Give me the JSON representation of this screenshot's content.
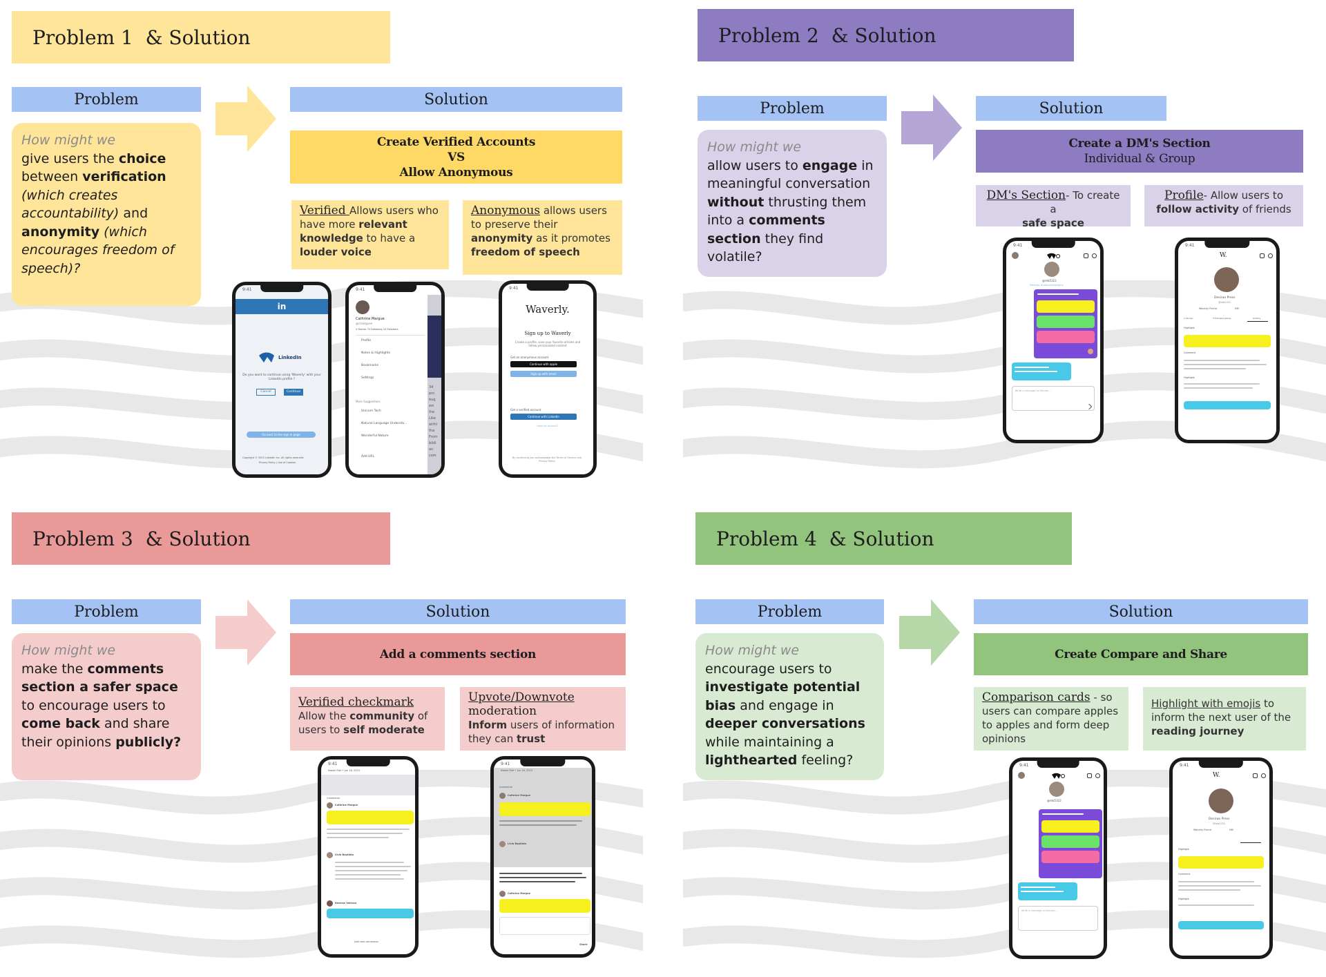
{
  "colors": {
    "yellow_title": "#ffe599",
    "yellow_solution": "#ffd966",
    "purple_title": "#8e7cc3",
    "purple_light": "#d9d2e9",
    "purple_mid": "#b4a7d6",
    "red_title": "#ea9999",
    "red_light": "#f4cccc",
    "green_title": "#93c47d",
    "green_light": "#d9ead3",
    "header_blue": "#a4c2f4"
  },
  "q1": {
    "title": "Problem 1  & Solution",
    "problem_header": "Problem",
    "solution_header": "Solution",
    "hmw": "How might we",
    "problem": {
      "p1": "give users the ",
      "b1": "choice",
      "p2": " between ",
      "b2": "verification",
      "i1": " (which creates accountability)",
      "p3": " and ",
      "b3": "anonymity",
      "i2": " (which encourages freedom of speech)?"
    },
    "solution": {
      "l1": "Create Verified Accounts",
      "l2": "VS",
      "l3": "Allow Anonymous"
    },
    "card1": {
      "title": "Verified ",
      "p1": "Allows users who have more ",
      "b1": "relevant knowledge",
      "p2": " to have a ",
      "b2": "louder voice"
    },
    "card2": {
      "title": "Anonymous",
      "p1": " allows users to preserve their ",
      "b1": "anonymity",
      "p2": " as it promotes ",
      "b2": "freedom of speech"
    },
    "phone1": {
      "time": "9:41",
      "brand": "in",
      "logo": "LinkedIn",
      "prompt": "Do you want to continue using 'Waverly' with your LinkedIn profile ?",
      "cancel": "Cancel",
      "continue": "Continue",
      "back": "Go back to the sign in page",
      "footer": "Copyright © 2023 LinkedIn Inc. All rights reserved.",
      "footer2": "Privacy Policy  |  Use of Cookies"
    },
    "phone2": {
      "time": "9:41",
      "name": "Cathrine Margue",
      "handle": "@cmarguee",
      "stats": "4 Stories  74 Following  20 Followers",
      "menu": [
        "Profile",
        "Notes & Highlights",
        "Bookmarks",
        "Settings"
      ],
      "more": "More Suggestions",
      "sugg": [
        "Unicorn Tech",
        "Natural Language Understa...",
        "Wonderful Nature"
      ],
      "add": "Add URL",
      "side": [
        "34",
        "pro",
        "bug",
        "exi",
        "the",
        "Like",
        "withi",
        "tha",
        "From",
        "bibli",
        "an",
        "com"
      ]
    },
    "phone3": {
      "time": "9:41",
      "brand": "Waverly.",
      "signup": "Sign up to Waverly",
      "sub": "Create a profile, save your favorite articles and follow personalized content",
      "anon": "Get an anonymous account",
      "apple": "Continue with apple",
      "email": "Sign up with email",
      "verified": "Get a verified account",
      "linkedin": "Continue with LinkedIn",
      "login": "Have an account?",
      "terms": "By continuing you acknowledge the Terms of Service and Privacy Policy"
    }
  },
  "q2": {
    "title": "Problem 2  & Solution",
    "problem_header": "Problem",
    "solution_header": "Solution",
    "hmw": "How might we",
    "problem": {
      "p1": "allow users to ",
      "b1": "engage",
      "p2": " in meaningful conversation ",
      "b2": "without",
      "p3": " thrusting them into a ",
      "b3": "comments section",
      "p4": " they find volatile?"
    },
    "solution": {
      "l1": "Create a DM's Section",
      "l2": "Individual & Group"
    },
    "card1": {
      "title": "DM's Section",
      "p1": "- To create a ",
      "b1": "safe space"
    },
    "card2": {
      "title": "Profile",
      "p1": "- Allow users to ",
      "b1": "follow activity",
      "p2": " of friends"
    },
    "phoneA": {
      "time": "9:41",
      "handle": "@reb5322",
      "tabs": "Settings   #natureandgraphy",
      "input": "Write a message to Desirae..."
    },
    "phoneB": {
      "time": "9:41",
      "brand": "W.",
      "name": "Desirae Press",
      "handle": "@reb5322",
      "btn1": "Waverly Friend",
      "btn2": "DM",
      "tabs": [
        "1 Stories",
        "3 Followed waves",
        "Activity"
      ],
      "h1": "Highlight",
      "c1": "Comment",
      "h2": "Highlight"
    }
  },
  "q3": {
    "title": "Problem 3  & Solution",
    "problem_header": "Problem",
    "solution_header": "Solution",
    "hmw": "How might we",
    "problem": {
      "p1": "make the ",
      "b1": "comments section a safer space",
      "p2": " to encourage users to ",
      "b2": "come back",
      "p3": " and share their opinions ",
      "b3": "publicly?"
    },
    "solution": {
      "l1": "Add a comments section"
    },
    "card1": {
      "title": "Verified checkmark",
      "p1": "Allow the ",
      "b1": "community",
      "p2": " of users to ",
      "b2": "self moderate"
    },
    "card2": {
      "title": "Upvote/Downvote",
      "t2": "moderation",
      "b1": "Inform",
      "p1": " users of information they can ",
      "b2": "trust"
    },
    "phoneA": {
      "time": "9:41",
      "header": "Naomi Fide  •  Jun 16, 2023",
      "label": "Comments",
      "names": [
        "Cathrine Margue",
        "Livia Baptista",
        "Desirae Vetrovs"
      ],
      "add": "Add new comments"
    },
    "phoneB": {
      "time": "9:41",
      "header": "Naomi Fide  •  Jun 16, 2023",
      "label": "Comments",
      "names": [
        "Cathrine Margue",
        "Livia Baptista",
        "Cathrine Margue"
      ],
      "share": "Share"
    }
  },
  "q4": {
    "title": "Problem 4  & Solution",
    "problem_header": "Problem",
    "solution_header": "Solution",
    "hmw": "How might we",
    "problem": {
      "p1": "encourage users to ",
      "b1": "investigate potential bias",
      "p2": " and engage in ",
      "b2": "deeper conversations",
      "p3": " while maintaining a ",
      "b3": "lighthearted",
      "p4": " feeling?"
    },
    "solution": {
      "l1": "Create Compare and Share"
    },
    "card1": {
      "title": "Comparison cards",
      "p1": " - so users can compare apples to apples and form deep opinions"
    },
    "card2": {
      "title": "Highlight with emojis",
      "p1": " to inform the next user of the ",
      "b1": "reading journey"
    },
    "phoneA": {
      "time": "9:41",
      "handle": "@reb5322",
      "input": "Write a message to Desirae..."
    },
    "phoneB": {
      "time": "9:41",
      "brand": "W.",
      "name": "Desirae Press",
      "handle": "@reb5322",
      "btn1": "Waverly Friend",
      "btn2": "DM",
      "h1": "Highlight",
      "c1": "Comment",
      "h2": "Highlight"
    }
  }
}
